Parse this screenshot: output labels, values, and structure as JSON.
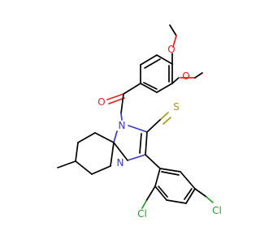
{
  "molecule": {
    "atom_labels": {
      "o_methoxy_top": "O",
      "o_methoxy_right": "O",
      "o_carbonyl": "O",
      "s_thione": "S",
      "n_amide": "N",
      "n_imine": "N",
      "cl_ortho": "Cl",
      "cl_para": "Cl"
    },
    "colors": {
      "carbon": "#000000",
      "nitrogen": "#3a38c8",
      "oxygen": "#e8201e",
      "sulfur": "#a79a14",
      "chlorine": "#2a9a2a"
    }
  }
}
